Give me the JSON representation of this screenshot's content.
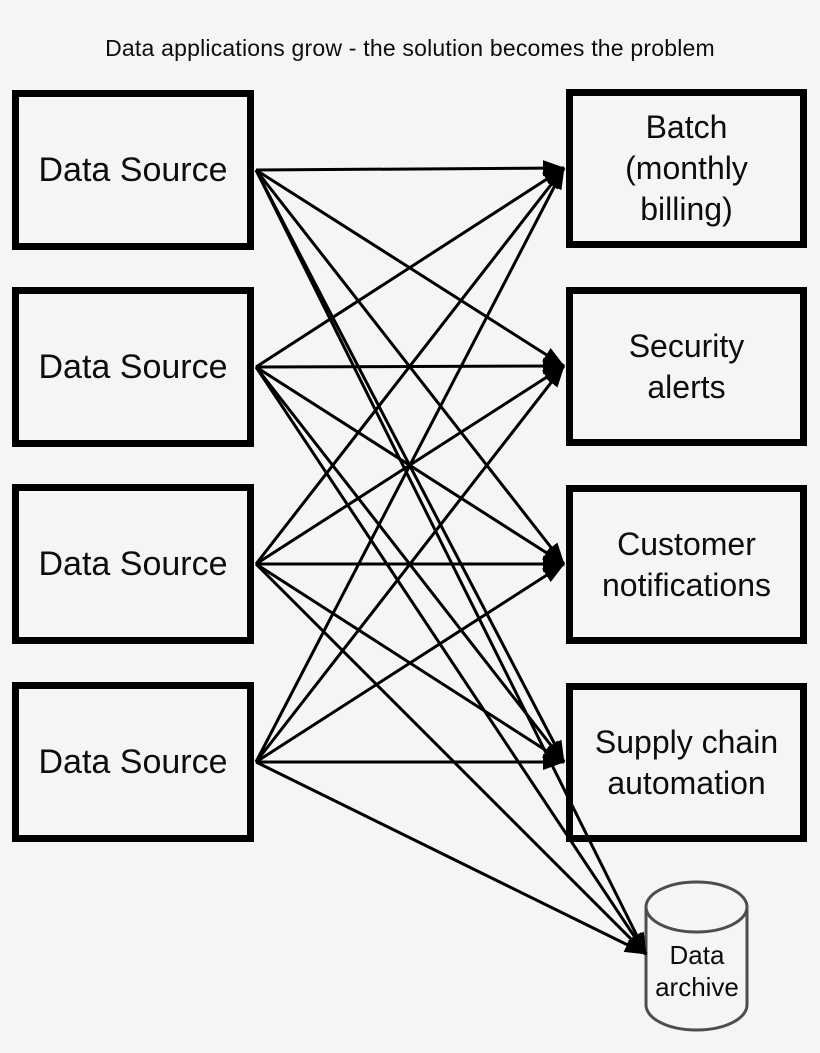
{
  "title": "Data applications grow - the solution becomes the problem",
  "sources": [
    {
      "label": "Data Source"
    },
    {
      "label": "Data Source"
    },
    {
      "label": "Data Source"
    },
    {
      "label": "Data Source"
    }
  ],
  "destinations": [
    {
      "label": "Batch (monthly billing)"
    },
    {
      "label": "Security alerts"
    },
    {
      "label": "Customer notifications"
    },
    {
      "label": "Supply chain automation"
    }
  ],
  "archive": {
    "label": "Data archive",
    "shape": "database-cylinder-icon"
  },
  "connections": [
    [
      0,
      0
    ],
    [
      0,
      1
    ],
    [
      0,
      2
    ],
    [
      0,
      3
    ],
    [
      0,
      4
    ],
    [
      1,
      0
    ],
    [
      1,
      1
    ],
    [
      1,
      2
    ],
    [
      1,
      3
    ],
    [
      1,
      4
    ],
    [
      2,
      0
    ],
    [
      2,
      1
    ],
    [
      2,
      2
    ],
    [
      2,
      3
    ],
    [
      2,
      4
    ],
    [
      3,
      0
    ],
    [
      3,
      1
    ],
    [
      3,
      2
    ],
    [
      3,
      3
    ],
    [
      3,
      4
    ]
  ],
  "colors": {
    "background": "#f5f5f5",
    "box_border": "#000000",
    "arrow_line": "#000000",
    "cylinder_stroke": "#4d4d4d",
    "text": "#0d0d0d"
  }
}
